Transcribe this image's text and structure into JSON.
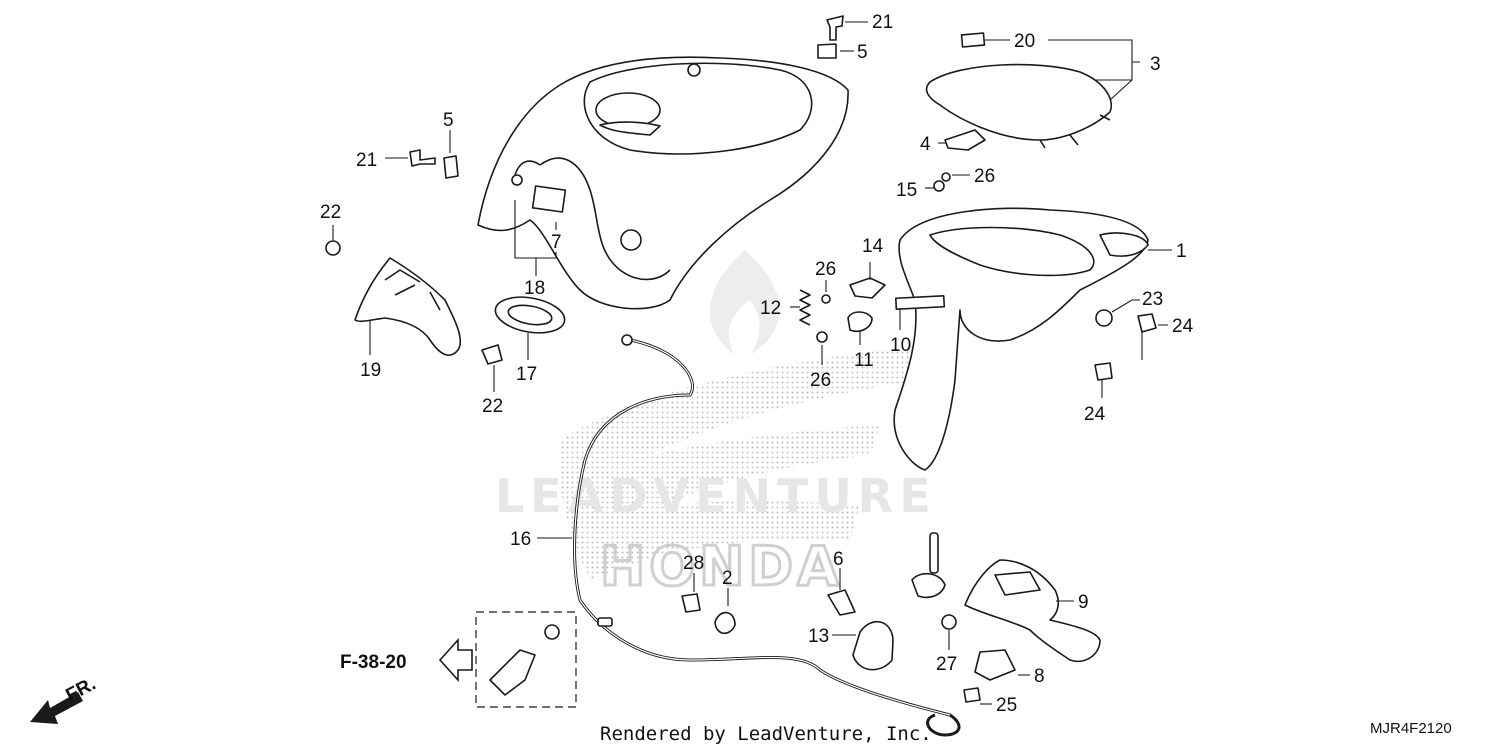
{
  "diagram": {
    "watermark_text": "LEADVENTURE",
    "watermark_brand": "HONDA",
    "footer_credit": "Rendered by LeadVenture, Inc.",
    "diagram_code": "MJR4F2120",
    "front_marker": "FR.",
    "reference_label": "F-38-20",
    "callouts": {
      "c1": "1",
      "c2": "2",
      "c3": "3",
      "c4": "4",
      "c5a": "5",
      "c5b": "5",
      "c6": "6",
      "c7": "7",
      "c8": "8",
      "c9": "9",
      "c10": "10",
      "c11": "11",
      "c12": "12",
      "c13": "13",
      "c14": "14",
      "c15": "15",
      "c16": "16",
      "c17": "17",
      "c18": "18",
      "c19": "19",
      "c20": "20",
      "c21a": "21",
      "c21b": "21",
      "c22a": "22",
      "c22b": "22",
      "c23": "23",
      "c24a": "24",
      "c24b": "24",
      "c25": "25",
      "c26a": "26",
      "c26b": "26",
      "c26c": "26",
      "c27": "27",
      "c28": "28"
    }
  }
}
